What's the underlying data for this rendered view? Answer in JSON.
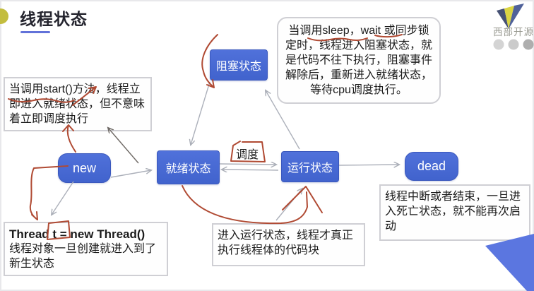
{
  "slide": {
    "title": "线程状态",
    "brand": "西部开源"
  },
  "diagram": {
    "states": [
      {
        "id": "blocked",
        "label": "阻塞状态"
      },
      {
        "id": "new",
        "label": "new"
      },
      {
        "id": "ready",
        "label": "就绪状态"
      },
      {
        "id": "running",
        "label": "运行状态"
      },
      {
        "id": "dead",
        "label": "dead"
      }
    ],
    "edge_label": "调度"
  },
  "notes": {
    "sleep_note": "当调用sleep，wait 或同步锁定时，线程进入阻塞状态，就是代码不往下执行，阻塞事件解除后，重新进入就绪状态，等待cpu调度执行。",
    "start_note": "当调用start()方法，线程立即进入就绪状态，但不意味着立即调度执行",
    "new_note_code": "Thread t = new Thread()",
    "new_note_text": "线程对象一旦创建就进入到了新生状态",
    "running_note": "进入运行状态，线程才真正执行线程体的代码块",
    "dead_note": "线程中断或者结束，一旦进入死亡状态，就不能再次启动"
  },
  "colors": {
    "state_box_blue": "#4a6cd6",
    "annotation_red": "#b04a33",
    "accent_underline": "#6272d9",
    "corner_triangle_blue": "#5b76e0"
  }
}
